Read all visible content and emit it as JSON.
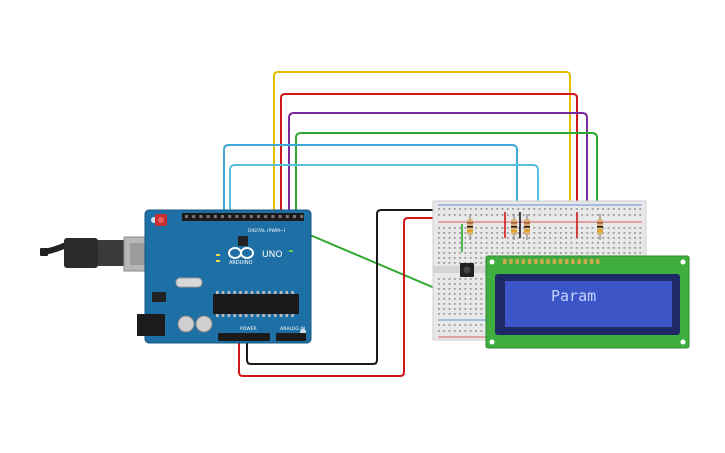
{
  "arduino": {
    "brand_label": "ARDUINO",
    "model_label": "UNO",
    "digital_label": "DIGITAL (PWM~)",
    "power_label": "POWER",
    "analog_label": "ANALOG IN"
  },
  "lcd": {
    "display_text": "Param",
    "screen_color": "#3b54c6",
    "text_color": "#c8d4ff",
    "pcb_color": "#3fae3f"
  },
  "wire_colors": {
    "yellow": "#e6c000",
    "red": "#d01818",
    "purple": "#7a2a9a",
    "green": "#2ea82e",
    "cyan": "#3fa9d8",
    "black": "#1a1a1a"
  },
  "components": {
    "usb_cable": "usb-cable",
    "pushbutton": "pushbutton",
    "resistor_count": 4
  }
}
